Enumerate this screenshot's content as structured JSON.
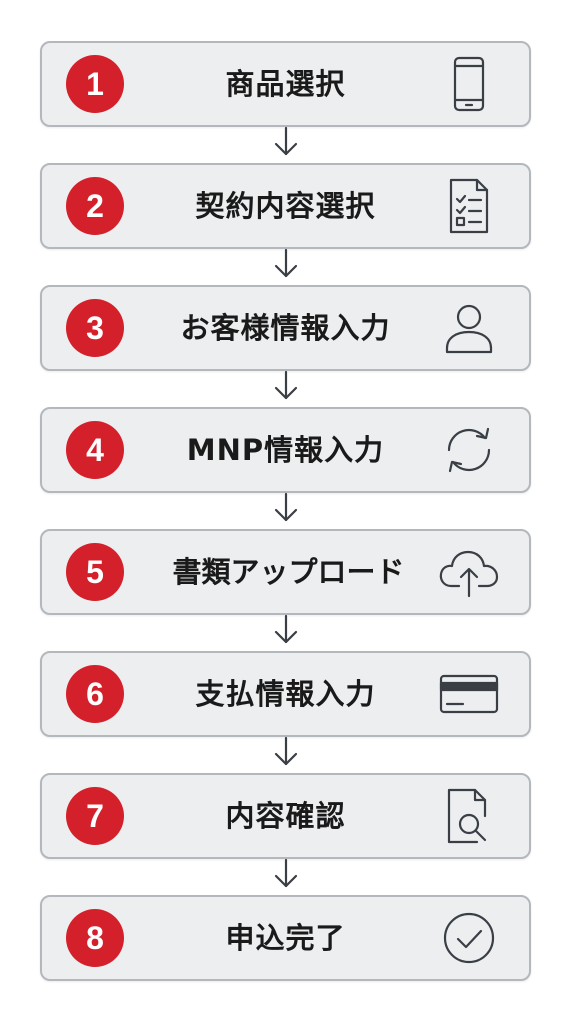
{
  "steps": [
    {
      "number": "1",
      "label": "商品選択",
      "icon": "smartphone-icon"
    },
    {
      "number": "2",
      "label": "契約内容選択",
      "icon": "checklist-document-icon"
    },
    {
      "number": "3",
      "label": "お客様情報入力",
      "icon": "user-icon"
    },
    {
      "number": "4",
      "label": "MNP情報入力",
      "icon": "sync-arrows-icon"
    },
    {
      "number": "5",
      "label": "書類アップロード",
      "icon": "cloud-upload-icon"
    },
    {
      "number": "6",
      "label": "支払情報入力",
      "icon": "credit-card-icon"
    },
    {
      "number": "7",
      "label": "内容確認",
      "icon": "document-search-icon"
    },
    {
      "number": "8",
      "label": "申込完了",
      "icon": "check-circle-icon"
    }
  ],
  "colors": {
    "badge": "#d4202a",
    "box_background": "#eceef0",
    "box_border": "#b4b8bc",
    "icon_stroke": "#3a3f45",
    "text": "#1a1a1a"
  }
}
